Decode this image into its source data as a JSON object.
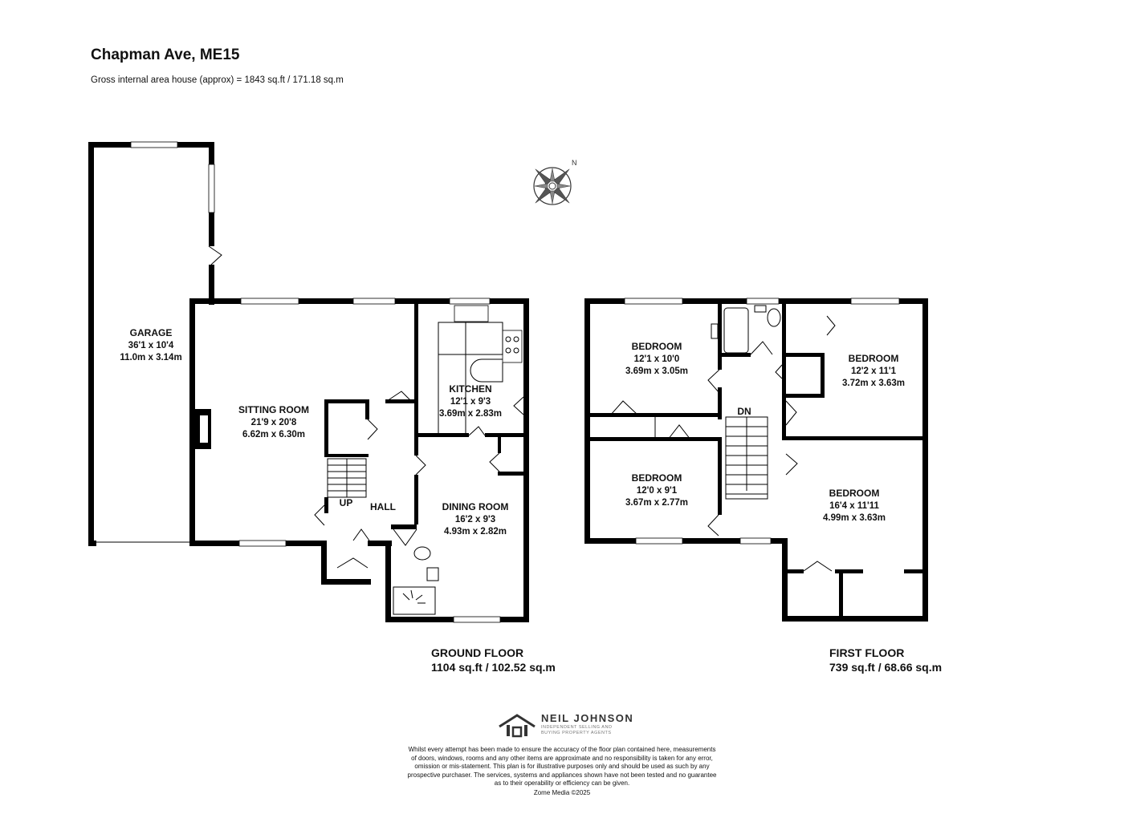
{
  "header": {
    "title": "Chapman Ave, ME15",
    "subtitle": "Gross internal area house (approx) = 1843 sq.ft / 171.18 sq.m"
  },
  "compass": {
    "label": "N"
  },
  "ground_floor": {
    "label": "GROUND FLOOR",
    "area": "1104 sq.ft / 102.52 sq.m",
    "rooms": {
      "garage": {
        "name": "GARAGE",
        "imperial": "36'1 x 10'4",
        "metric": "11.0m x 3.14m"
      },
      "sitting": {
        "name": "SITTING ROOM",
        "imperial": "21'9 x 20'8",
        "metric": "6.62m x 6.30m"
      },
      "kitchen": {
        "name": "KITCHEN",
        "imperial": "12'1 x 9'3",
        "metric": "3.69m x 2.83m"
      },
      "dining": {
        "name": "DINING ROOM",
        "imperial": "16'2 x 9'3",
        "metric": "4.93m x 2.82m"
      },
      "hall": {
        "name": "HALL"
      },
      "up": {
        "name": "UP"
      }
    }
  },
  "first_floor": {
    "label": "FIRST FLOOR",
    "area": "739 sq.ft / 68.66 sq.m",
    "rooms": {
      "bed1": {
        "name": "BEDROOM",
        "imperial": "12'1 x 10'0",
        "metric": "3.69m x 3.05m"
      },
      "bed2": {
        "name": "BEDROOM",
        "imperial": "12'2 x 11'1",
        "metric": "3.72m x 3.63m"
      },
      "bed3": {
        "name": "BEDROOM",
        "imperial": "12'0 x 9'1",
        "metric": "3.67m x 2.77m"
      },
      "bed4": {
        "name": "BEDROOM",
        "imperial": "16'4 x 11'11",
        "metric": "4.99m x 3.63m"
      },
      "dn": {
        "name": "DN"
      }
    }
  },
  "branding": {
    "name": "NEIL JOHNSON",
    "tagline": "INDEPENDENT SELLING AND BUYING PROPERTY AGENTS"
  },
  "footer": {
    "disclaimer_lines": [
      "Whilst every attempt has been made to ensure the accuracy of the floor plan contained here, measurements",
      "of doors, windows, rooms and any other items are approximate and no responsibility is taken for any error,",
      "omission or mis-statement. This plan is for illustrative purposes only and should be used as such by any",
      "prospective purchaser. The services, systems and appliances shown have not been tested and no guarantee",
      "as to their operability or efficiency can be given."
    ],
    "credit": "Zome Media ©2025"
  }
}
